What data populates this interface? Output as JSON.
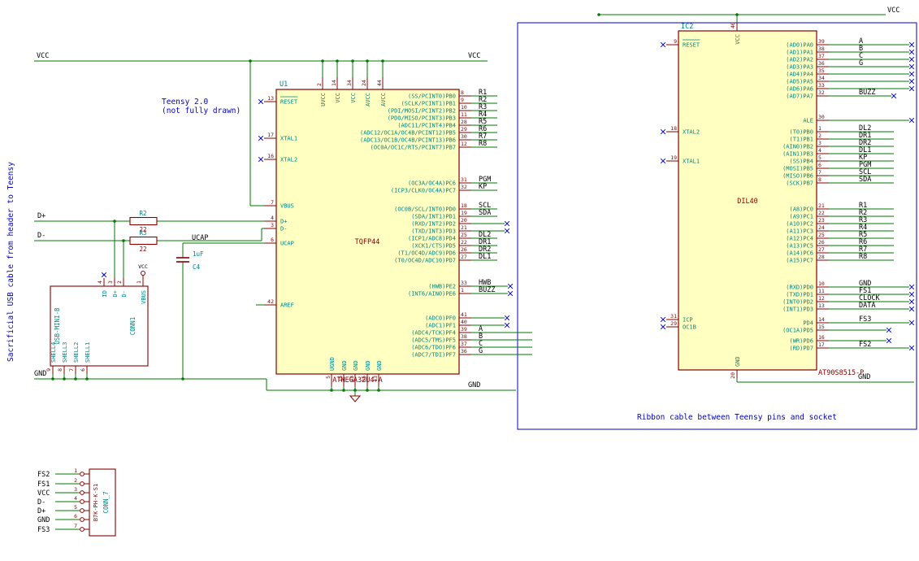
{
  "colors": {
    "wire": "#007A00",
    "pin": "#840000",
    "pin_name": "#008484",
    "pin_number": "#840000",
    "body_fill": "#FFFFC2",
    "body_stroke": "#840000",
    "label": "#000000",
    "note": "#0000C8",
    "noconnect": "#0000C8",
    "ref": "#008484",
    "value": "#840000"
  },
  "notes": {
    "usb_cable": "Sacrificial USB cable from header to Teensy",
    "teensy_1": "Teensy 2.0",
    "teensy_2": "(not fully drawn)",
    "ribbon": "Ribbon cable between Teensy pins and socket"
  },
  "rails": {
    "vcc_left": "VCC",
    "vcc_right": "VCC",
    "gnd_left": "GND",
    "gnd_right": "GND",
    "vcc_ic2": "VCC",
    "gnd_ic2": "GND",
    "dplus": "D+",
    "dminus": "D-",
    "ucap": "UCAP"
  },
  "r2": {
    "ref": "R2",
    "value": "22"
  },
  "r3": {
    "ref": "R3",
    "value": "22"
  },
  "c4": {
    "ref": "C4",
    "value": "1uF"
  },
  "u1": {
    "ref": "U1",
    "value": "TQFP44",
    "footprint": "ATMEGA32U4-A",
    "left_pins": [
      {
        "num": "13",
        "name": "RESET",
        "bar": true,
        "nc": true
      },
      {
        "num": "17",
        "name": "XTAL1",
        "nc": true
      },
      {
        "num": "16",
        "name": "XTAL2",
        "nc": true
      },
      {
        "num": "7",
        "name": "VBUS"
      },
      {
        "num": "4",
        "name": "D+"
      },
      {
        "num": "3",
        "name": "D-"
      },
      {
        "num": "6",
        "name": "UCAP"
      },
      {
        "num": "42",
        "name": "AREF"
      }
    ],
    "top_pins": [
      {
        "num": "2",
        "name": "UVCC"
      },
      {
        "num": "14",
        "name": "VCC"
      },
      {
        "num": "34",
        "name": "VCC"
      },
      {
        "num": "24",
        "name": "AVCC"
      },
      {
        "num": "44",
        "name": "AVCC"
      }
    ],
    "bottom_pins": [
      {
        "num": "5",
        "name": "UGND"
      },
      {
        "num": "15",
        "name": "GND"
      },
      {
        "num": "23",
        "name": "GND"
      },
      {
        "num": "35",
        "name": "GND"
      },
      {
        "num": "43",
        "name": "GND"
      }
    ],
    "right_groups": [
      {
        "pins": [
          {
            "num": "8",
            "name": "(SS/PCINT0)PB0",
            "label": "R1"
          },
          {
            "num": "9",
            "name": "(SCLK/PCINT1)PB1",
            "label": "R2"
          },
          {
            "num": "10",
            "name": "(PDI/MOSI/PCINT2)PB2",
            "label": "R3"
          },
          {
            "num": "11",
            "name": "(PDO/MISO/PCINT3)PB3",
            "label": "R4"
          },
          {
            "num": "28",
            "name": "(ADC11/PCINT4)PB4",
            "label": "R5"
          },
          {
            "num": "29",
            "name": "(ADC12/OC1A/OC4B/PCINT12)PB5",
            "label": "R6"
          },
          {
            "num": "30",
            "name": "(ADC13/OC1B/OC4B/PCINT13)PB6",
            "label": "R7"
          },
          {
            "num": "12",
            "name": "(OC0A/OC1C/RTS/PCINT7)PB7",
            "label": "R8"
          }
        ]
      },
      {
        "pins": [
          {
            "num": "31",
            "name": "(OC3A/OC4A)PC6",
            "label": "PGM"
          },
          {
            "num": "32",
            "name": "(ICP3/CLK0/OC4A)PC7",
            "label": "KP"
          }
        ]
      },
      {
        "pins": [
          {
            "num": "18",
            "name": "(OC0B/SCL/INT0)PD0",
            "label": "SCL"
          },
          {
            "num": "19",
            "name": "(SDA/INT1)PD1",
            "label": "SDA"
          },
          {
            "num": "20",
            "name": "(RXD/INT2)PD2",
            "nc": true
          },
          {
            "num": "21",
            "name": "(TXD/INT3)PD3",
            "nc": true
          },
          {
            "num": "25",
            "name": "(ICP1/ADC8)PD4",
            "label": "DL2"
          },
          {
            "num": "22",
            "name": "(XCK1/CTS)PD5",
            "label": "DR1"
          },
          {
            "num": "26",
            "name": "(T1/OC4D/ADC9)PD6",
            "label": "DR2"
          },
          {
            "num": "27",
            "name": "(T0/OC4D/ADC10)PD7",
            "label": "DL1"
          }
        ]
      },
      {
        "pins": [
          {
            "num": "33",
            "name": "(HWB)PE2",
            "label": "HWB",
            "nc": true
          },
          {
            "num": "1",
            "name": "(INT6/AIN0)PE6",
            "label": "BUZZ",
            "nc": true
          }
        ]
      },
      {
        "pins": [
          {
            "num": "41",
            "name": "(ADC0)PF0",
            "nc": true
          },
          {
            "num": "40",
            "name": "(ADC1)PF1",
            "nc": true
          },
          {
            "num": "39",
            "name": "(ADC4/TCK)PF4",
            "label": "A",
            "long": true
          },
          {
            "num": "38",
            "name": "(ADC5/TMS)PF5",
            "label": "B",
            "long": true
          },
          {
            "num": "37",
            "name": "(ADC6/TDO)PF6",
            "label": "C",
            "long": true
          },
          {
            "num": "36",
            "name": "(ADC7/TDI)PF7",
            "label": "G",
            "long": true
          }
        ]
      }
    ]
  },
  "ic2": {
    "ref": "IC2",
    "value": "DIL40",
    "footprint": "AT90S8515-P",
    "left_pins": [
      {
        "num": "9",
        "name": "RESET",
        "bar": true
      },
      {
        "num": "18",
        "name": "XTAL2"
      },
      {
        "num": "19",
        "name": "XTAL1"
      },
      {
        "num": "31",
        "name": "ICP"
      },
      {
        "num": "29",
        "name": "OC1B"
      }
    ],
    "top_pin": {
      "num": "40",
      "name": "VCC"
    },
    "bottom_pin": {
      "num": "20",
      "name": "GND"
    },
    "right_groups": [
      {
        "pins": [
          {
            "num": "39",
            "name": "(AD0)PA0",
            "label": "A",
            "len": "long",
            "nc": true
          },
          {
            "num": "38",
            "name": "(AD1)PA1",
            "label": "B",
            "len": "long",
            "nc": true
          },
          {
            "num": "37",
            "name": "(AD2)PA2",
            "label": "C",
            "len": "long",
            "nc": true
          },
          {
            "num": "36",
            "name": "(AD3)PA3",
            "label": "G",
            "len": "long",
            "nc": true
          },
          {
            "num": "35",
            "name": "(AD4)PA4",
            "len": "long",
            "nc": true
          },
          {
            "num": "34",
            "name": "(AD5)PA5",
            "len": "long",
            "nc": true
          },
          {
            "num": "33",
            "name": "(AD6)PA6",
            "len": "long",
            "nc": true
          },
          {
            "num": "32",
            "name": "(AD7)PA7",
            "label": "BUZZ",
            "len": "mid",
            "nc": true
          }
        ]
      },
      {
        "pins": [
          {
            "num": "30",
            "name": "ALE",
            "len": "long",
            "nc": true
          }
        ]
      },
      {
        "pins": [
          {
            "num": "1",
            "name": "(T0)PB0",
            "label": "DL2"
          },
          {
            "num": "2",
            "name": "(T1)PB1",
            "label": "DR1"
          },
          {
            "num": "3",
            "name": "(AIN0)PB2",
            "label": "DR2"
          },
          {
            "num": "4",
            "name": "(AIN1)PB3",
            "label": "DL1"
          },
          {
            "num": "5",
            "name": "(SS)PB4",
            "label": "KP"
          },
          {
            "num": "6",
            "name": "(MOSI)PB5",
            "label": "PGM"
          },
          {
            "num": "7",
            "name": "(MISO)PB6",
            "label": "SCL"
          },
          {
            "num": "8",
            "name": "(SCK)PB7",
            "label": "SDA"
          }
        ]
      },
      {
        "pins": [
          {
            "num": "21",
            "name": "(A8)PC0",
            "label": "R1"
          },
          {
            "num": "22",
            "name": "(A9)PC1",
            "label": "R2"
          },
          {
            "num": "23",
            "name": "(A10)PC2",
            "label": "R3"
          },
          {
            "num": "24",
            "name": "(A11)PC3",
            "label": "R4"
          },
          {
            "num": "25",
            "name": "(A12)PC4",
            "label": "R5"
          },
          {
            "num": "26",
            "name": "(A13)PC5",
            "label": "R6"
          },
          {
            "num": "27",
            "name": "(A14)PC6",
            "label": "R7"
          },
          {
            "num": "28",
            "name": "(A15)PC7",
            "label": "R8"
          }
        ]
      },
      {
        "pins": [
          {
            "num": "10",
            "name": "(RXD)PD0",
            "label": "GND",
            "len": "long",
            "nc": true
          },
          {
            "num": "11",
            "name": "(TXD)PD1",
            "label": "FS1",
            "len": "long",
            "nc": true
          },
          {
            "num": "12",
            "name": "(INT0)PD2",
            "label": "CLOCK",
            "len": "long",
            "nc": true
          },
          {
            "num": "13",
            "name": "(INT1)PD3",
            "label": "DATA",
            "len": "long",
            "nc": true
          },
          {
            "num": "14",
            "name": "PD4",
            "label": "FS3",
            "len": "long",
            "nc": true
          },
          {
            "num": "15",
            "name": "(OC1A)PD5",
            "len": "short",
            "nc": true
          },
          {
            "num": "16",
            "name": "(WR)PD6",
            "len": "short",
            "nc": true
          },
          {
            "num": "17",
            "name": "(RD)PD7",
            "label": "FS2",
            "len": "long",
            "nc": true
          }
        ]
      }
    ]
  },
  "conn1": {
    "ref": "CONN1",
    "value": "USB-MINI-B",
    "top_pins": [
      {
        "num": "4",
        "name": "ID",
        "nc": true
      },
      {
        "num": "3",
        "name": "D+"
      },
      {
        "num": "2",
        "name": "D-"
      },
      {
        "num": "1",
        "name": "VBUS",
        "flag": "VCC"
      }
    ],
    "bottom_pins": [
      {
        "num": "9",
        "name": "SHELL4"
      },
      {
        "num": "8",
        "name": "SHELL3"
      },
      {
        "num": "7",
        "name": "SHELL2"
      },
      {
        "num": "6",
        "name": "SHELL1"
      }
    ]
  },
  "conn7": {
    "ref": "CONN_7",
    "value": "B7K-PH-K-S1",
    "pins": [
      {
        "num": "1",
        "label": "FS2"
      },
      {
        "num": "2",
        "label": "FS1"
      },
      {
        "num": "3",
        "label": "VCC"
      },
      {
        "num": "4",
        "label": "D-"
      },
      {
        "num": "5",
        "label": "D+"
      },
      {
        "num": "6",
        "label": "GND"
      },
      {
        "num": "7",
        "label": "FS3"
      }
    ]
  }
}
